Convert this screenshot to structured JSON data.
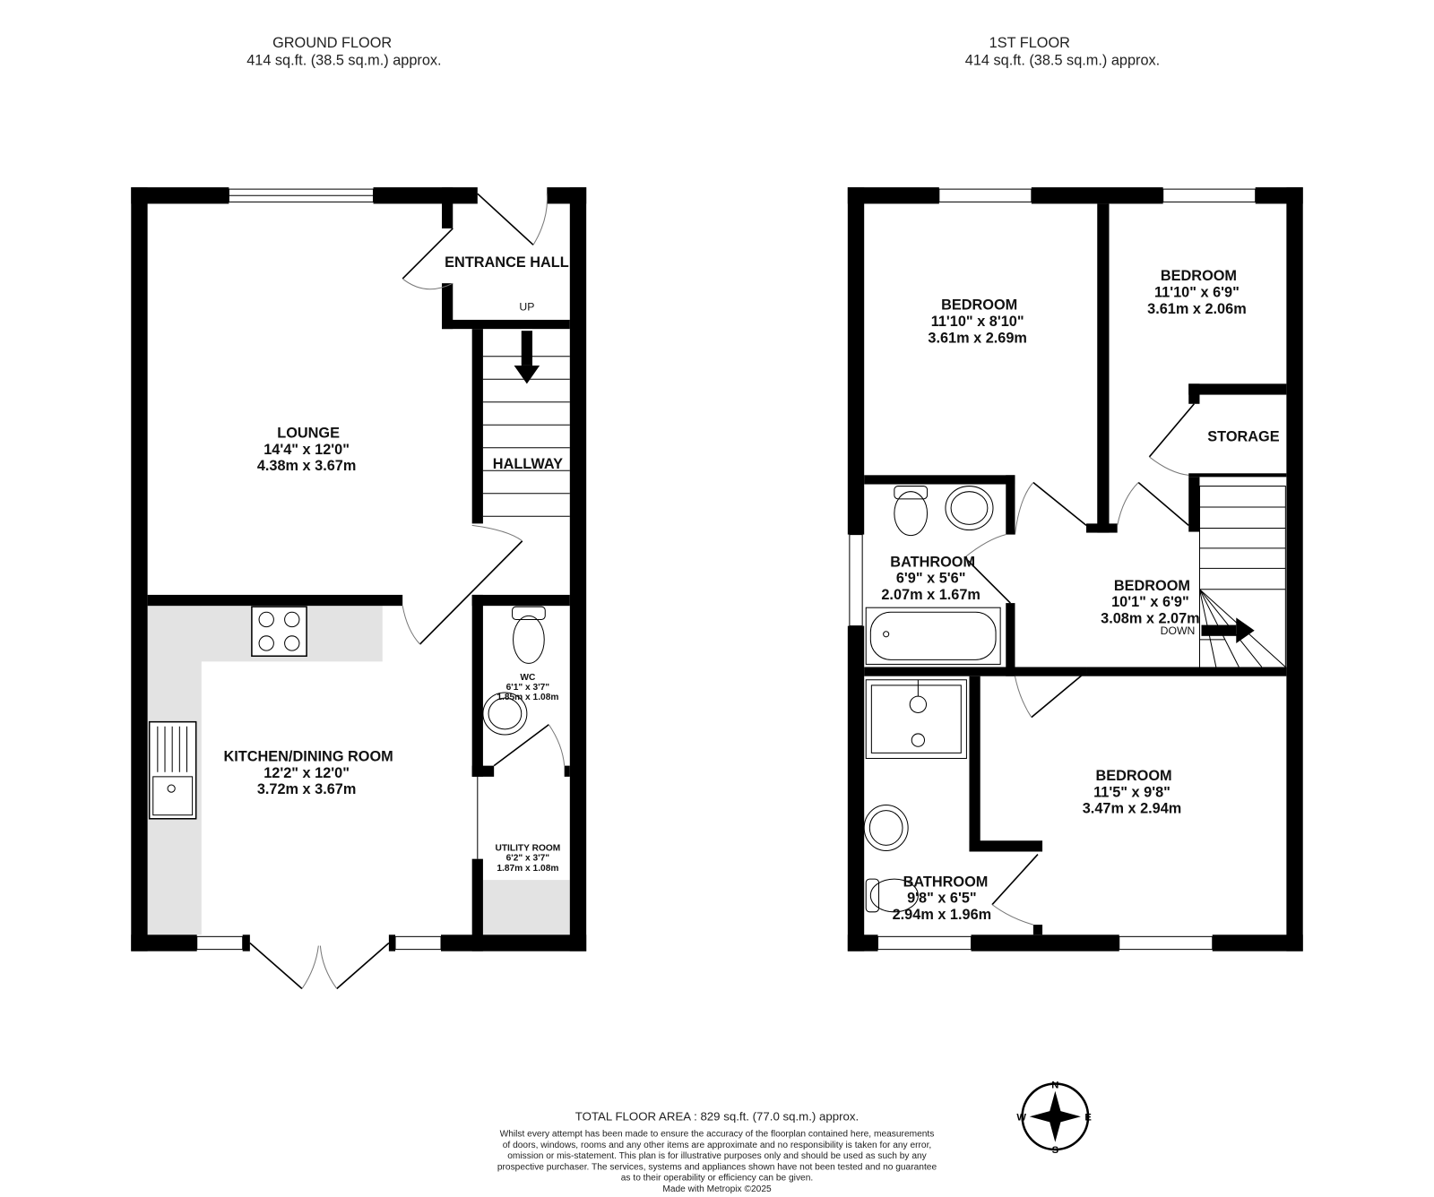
{
  "ground_floor": {
    "title": "GROUND FLOOR",
    "area": "414 sq.ft. (38.5 sq.m.) approx.",
    "rooms": [
      {
        "name": "ENTRANCE HALL",
        "imperial": "",
        "metric": ""
      },
      {
        "name": "LOUNGE",
        "imperial": "14'4\"  x 12'0\"",
        "metric": "4.38m  x 3.67m"
      },
      {
        "name": "HALLWAY",
        "imperial": "",
        "metric": ""
      },
      {
        "name": "KITCHEN/DINING ROOM",
        "imperial": "12'2\"  x 12'0\"",
        "metric": "3.72m  x 3.67m"
      },
      {
        "name": "WC",
        "imperial": "6'1\"  x 3'7\"",
        "metric": "1.85m  x 1.08m"
      },
      {
        "name": "UTILITY ROOM",
        "imperial": "6'2\"  x 3'7\"",
        "metric": "1.87m  x 1.08m"
      }
    ],
    "stair_label": "UP"
  },
  "first_floor": {
    "title": "1ST FLOOR",
    "area": "414 sq.ft. (38.5 sq.m.) approx.",
    "rooms": [
      {
        "name": "BEDROOM",
        "imperial": "11'10\"  x 8'10\"",
        "metric": "3.61m  x 2.69m"
      },
      {
        "name": "BEDROOM",
        "imperial": "11'10\"  x 6'9\"",
        "metric": "3.61m  x 2.06m"
      },
      {
        "name": "STORAGE",
        "imperial": "",
        "metric": ""
      },
      {
        "name": "BATHROOM",
        "imperial": "6'9\"  x 5'6\"",
        "metric": "2.07m  x 1.67m"
      },
      {
        "name": "BEDROOM",
        "imperial": "10'1\"  x 6'9\"",
        "metric": "3.08m  x 2.07m"
      },
      {
        "name": "BEDROOM",
        "imperial": "11'5\"  x 9'8\"",
        "metric": "3.47m  x 2.94m"
      },
      {
        "name": "BATHROOM",
        "imperial": "9'8\"  x 6'5\"",
        "metric": "2.94m  x 1.96m"
      }
    ],
    "stair_label": "DOWN"
  },
  "footer": {
    "total": "TOTAL FLOOR AREA : 829 sq.ft. (77.0 sq.m.) approx.",
    "disclaimer": [
      "Whilst every attempt has been made to ensure the accuracy of the floorplan contained here, measurements",
      "of doors, windows, rooms and any other items are approximate and no responsibility is taken for any error,",
      "omission or mis-statement. This plan is for illustrative purposes only and should be used as such by any",
      "prospective purchaser. The services, systems and appliances shown have not been tested and no guarantee",
      "as to their operability or efficiency can be given."
    ],
    "credit": "Made with Metropix ©2025"
  },
  "compass": {
    "n": "N",
    "e": "E",
    "s": "S",
    "w": "W"
  }
}
